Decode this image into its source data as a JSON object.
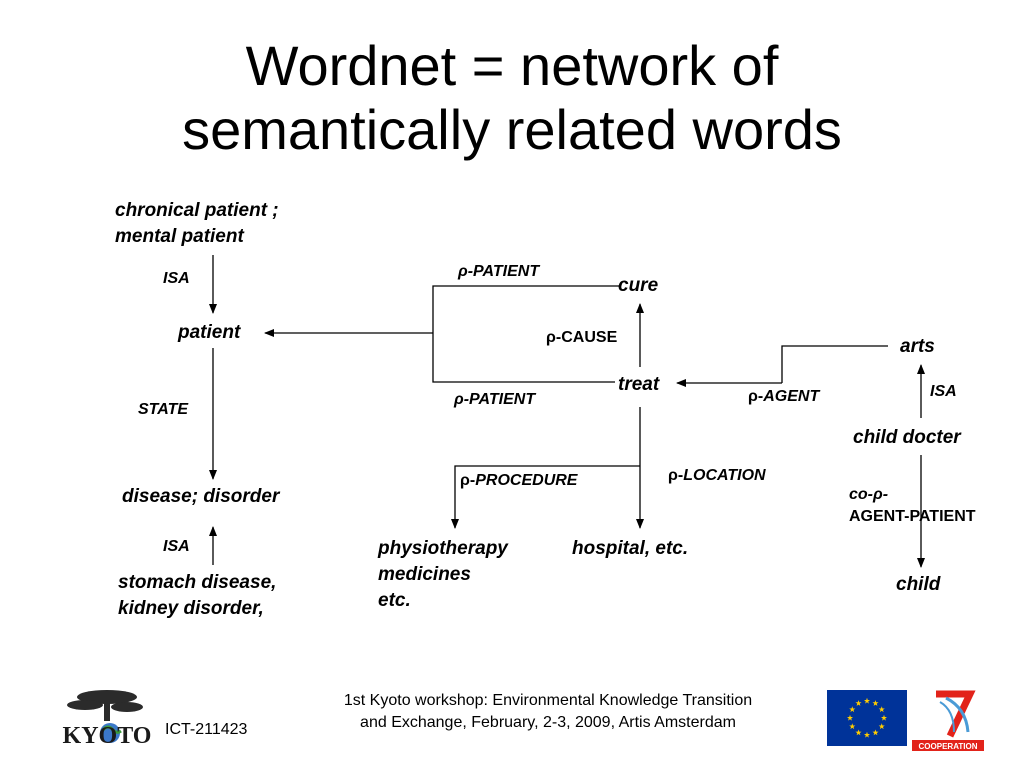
{
  "title": {
    "line1": "Wordnet = network of",
    "line2": "semantically related words"
  },
  "nodes": {
    "chronical": [
      "chronical patient ;",
      "mental patient"
    ],
    "patient": "patient",
    "disease": "disease; disorder",
    "stomach": [
      "stomach disease,",
      "kidney disorder,"
    ],
    "cure": "cure",
    "treat": "treat",
    "arts": "arts",
    "child_docter": "child docter",
    "child": "child",
    "physio": [
      "physiotherapy",
      "medicines",
      "etc."
    ],
    "hospital": "hospital, etc."
  },
  "relations": {
    "isa_top": "ISA",
    "state": "STATE",
    "isa_bottom": "ISA",
    "rho_patient_top": "ρ-PATIENT",
    "rho_patient_bottom": "ρ-PATIENT",
    "cause_prefix": "ρ-",
    "cause": "CAUSE",
    "agent_prefix": "ρ-",
    "agent": "AGENT",
    "isa_right": "ISA",
    "co_agent_patient": [
      "co-ρ-",
      "AGENT-PATIENT"
    ],
    "procedure_prefix": "ρ-",
    "procedure": "PROCEDURE",
    "location_prefix": "ρ-",
    "location": "LOCATION"
  },
  "footer": {
    "line1": "1st Kyoto workshop: Environmental Knowledge Transition",
    "line2": "and Exchange, February, 2-3, 2009, Artis Amsterdam",
    "ict": "ICT-211423",
    "kyoto_logo_text": "KYOTO",
    "cooperation_text": "COOPERATION"
  },
  "colors": {
    "eu_blue": "#003399",
    "eu_star": "#ffcc00",
    "fp7_red": "#e2231a",
    "fp7_blue": "#4a9bd6"
  }
}
